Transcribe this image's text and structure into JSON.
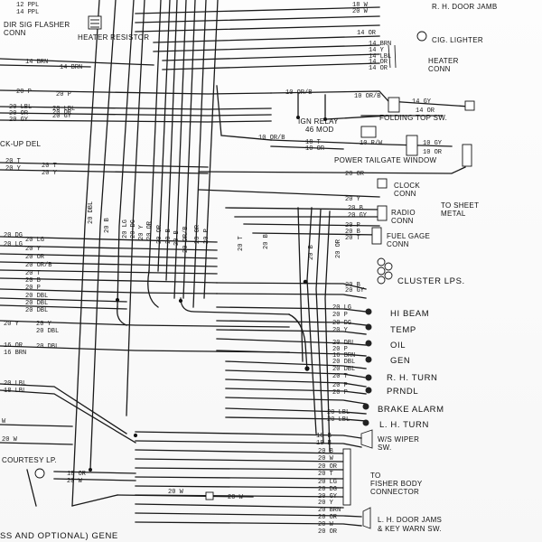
{
  "components": {
    "dir_sig_flasher": "DIR SIG FLASHER",
    "dir_sig_flasher_conn": "CONN",
    "heater_resistor": "HEATER RESISTOR",
    "rh_door_jamb": "R. H. DOOR JAMB",
    "cig_lighter": "CIG. LIGHTER",
    "heater_conn_1": "HEATER",
    "heater_conn_2": "CONN",
    "folding_top_sw": "FOLDING TOP SW.",
    "ign_relay_1": "IGN RELAY",
    "ign_relay_2": "46 MOD",
    "power_tailgate_window": "POWER TAILGATE WINDOW",
    "kick_up_del": "CK-UP DEL",
    "clock_conn_1": "CLOCK",
    "clock_conn_2": "CONN",
    "to_sheet_metal_1": "TO SHEET",
    "to_sheet_metal_2": "METAL",
    "radio_conn_1": "RADIO",
    "radio_conn_2": "CONN",
    "fuel_gage_conn_1": "FUEL GAGE",
    "fuel_gage_conn_2": "CONN",
    "cluster_lps": "CLUSTER LPS.",
    "hi_beam": "HI BEAM",
    "temp": "TEMP",
    "oil": "OIL",
    "gen": "GEN",
    "rh_turn": "R. H. TURN",
    "prndl": "PRNDL",
    "brake_alarm": "BRAKE ALARM",
    "lh_turn": "L. H. TURN",
    "ws_wiper_1": "W/S WIPER",
    "ws_wiper_2": "SW.",
    "to_fisher_1": "TO",
    "to_fisher_2": "FISHER BODY",
    "to_fisher_3": "CONNECTOR",
    "lh_door_jams_1": "L. H. DOOR JAMS",
    "lh_door_jams_2": "& KEY WARN SW.",
    "courtesy_lp": "COURTESY LP.",
    "footer": "SS AND OPTIONAL) GENE"
  },
  "wire_tags": {
    "top_right": [
      "18 W",
      "20 W",
      "14 OR",
      "14 BRN",
      "14 Y",
      "14 LBL",
      "14 OR",
      "14 OR"
    ],
    "folding_top": [
      "10 OR/B",
      "10 OR/B",
      "14 GY",
      "14 OR"
    ],
    "tailgate": [
      "10 OR/B",
      "18 T",
      "10 OR",
      "10 R/W",
      "10 GY",
      "10 OR"
    ],
    "top_left": [
      "12 PPL",
      "14 PPL",
      "14 BRN",
      "14 BRN",
      "20 P",
      "20 P",
      "20 LBL",
      "20 OR",
      "20 GY",
      "20 GY",
      "20 LBL",
      "20 OR"
    ],
    "left_mid": [
      "20 T",
      "20 Y",
      "20 T",
      "20 Y"
    ],
    "right_column": [
      "20 OR",
      "20 Y",
      "20 B",
      "20 GY",
      "20 P",
      "20 B",
      "20 T",
      "20 B",
      "20 GY",
      "20 LG",
      "20 P",
      "20 DG",
      "20 Y",
      "20 DBL",
      "20 P",
      "16 BRN",
      "20 DBL",
      "20 DBL",
      "20 T",
      "20 P",
      "20 P",
      "20 LBL",
      "20 LBL",
      "18 B",
      "18 B",
      "20 B",
      "20 W",
      "20 OR",
      "20 T",
      "20 LG",
      "20 DG",
      "20 GY",
      "20 Y",
      "20 BRN",
      "20 OR",
      "20 W",
      "20 OR"
    ],
    "left_column": [
      "20 DG",
      "20 LG",
      "20 LG",
      "20 Y",
      "20 OR",
      "20 OR/B",
      "20 T",
      "20 B",
      "20 P",
      "20 DBL",
      "20 DBL",
      "20 DBL",
      "20 Y",
      "16 OR",
      "16 BRN",
      "20 Y",
      "20 DBL",
      "20 DBL",
      "20 LBL",
      "18 LBL"
    ],
    "lower_left": [
      "W",
      "20 W",
      "18 OR",
      "20 W",
      "20 W",
      "20 W"
    ],
    "vertical": [
      "20 DBL",
      "20 B",
      "20 LG",
      "20 DG",
      "20 Y",
      "20 OR",
      "20 OR",
      "20 OR/B",
      "20 B",
      "20 B",
      "20 OR",
      "20 P",
      "20 T",
      "20 B",
      "20 B",
      "20 OR"
    ]
  },
  "colors": {
    "ink": "#1a1a1a",
    "paper": "#fcfcfc"
  }
}
